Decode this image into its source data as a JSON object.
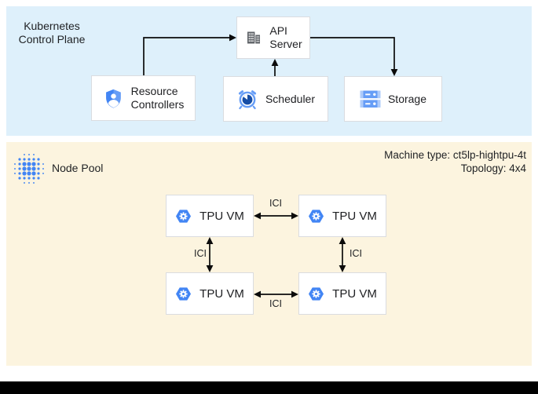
{
  "control_plane": {
    "title": "Kubernetes\nControl Plane",
    "nodes": {
      "api_server": {
        "label": "API\nServer",
        "icon": "building-icon"
      },
      "resource_controllers": {
        "label": "Resource\nControllers",
        "icon": "shield-user-icon"
      },
      "scheduler": {
        "label": "Scheduler",
        "icon": "alarm-clock-icon"
      },
      "storage": {
        "label": "Storage",
        "icon": "storage-disks-icon"
      }
    }
  },
  "node_pool": {
    "title": "Node Pool",
    "icon": "dot-matrix-pool-icon",
    "machine_type": "Machine type: ct5lp-hightpu-4t",
    "topology": "Topology: 4x4",
    "vms": [
      {
        "label": "TPU VM",
        "icon": "gke-hexagon-gear-icon"
      },
      {
        "label": "TPU VM",
        "icon": "gke-hexagon-gear-icon"
      },
      {
        "label": "TPU VM",
        "icon": "gke-hexagon-gear-icon"
      },
      {
        "label": "TPU VM",
        "icon": "gke-hexagon-gear-icon"
      }
    ],
    "links": [
      {
        "label": "ICI",
        "position": "top"
      },
      {
        "label": "ICI",
        "position": "left"
      },
      {
        "label": "ICI",
        "position": "right"
      },
      {
        "label": "ICI",
        "position": "bottom"
      }
    ]
  },
  "colors": {
    "control_plane_bg": "#def0fb",
    "node_pool_bg": "#fcf4df",
    "google_blue": "#4285f4",
    "light_blue": "#669df6",
    "pale_blue": "#aecbfa",
    "dark_blue": "#174ea6",
    "icon_gray": "#5f6368",
    "box_border": "#dadce0",
    "arrow": "#0b0b0b",
    "footer_bar": "#000000"
  }
}
